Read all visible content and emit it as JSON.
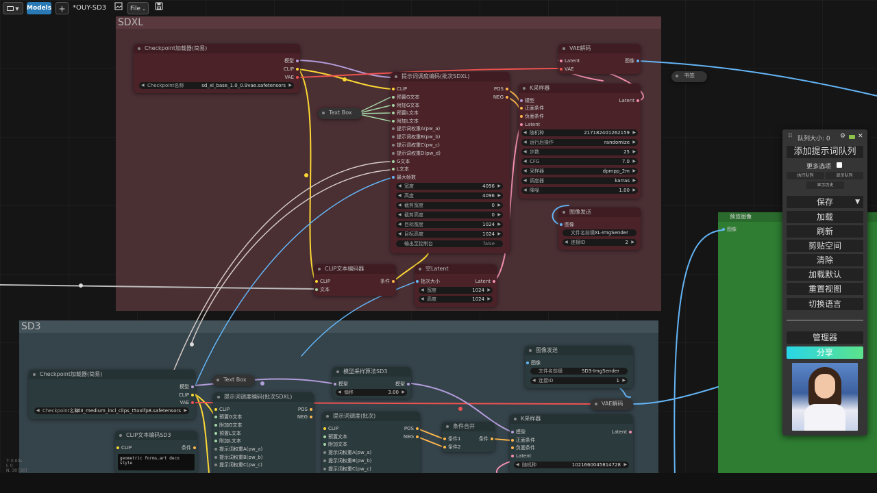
{
  "topbar": {
    "folder_icon": "folder-icon",
    "models": "Models",
    "add": "+",
    "tab_title": "*OUY-SD3",
    "image_icon": "image-icon",
    "file": "File",
    "save_icon": "save-icon"
  },
  "groups": {
    "sdxl": "SDXL",
    "sd3": "SD3"
  },
  "nodes": {
    "ckpt_sdxl": {
      "title": "Checkpoint加载器(简易)",
      "out_model": "模型",
      "out_clip": "CLIP",
      "out_vae": "VAE",
      "w_name": "Checkpoint名称",
      "w_value": "sd_xl_base_1.0_0.9vae.safetensors"
    },
    "vae_decode_sdxl": {
      "title": "VAE解码",
      "in_latent": "Latent",
      "in_vae": "VAE",
      "out_image": "图像"
    },
    "bookmark": {
      "title": "书签"
    },
    "prompt_sdxl": {
      "title": "提示词调度编码(批次SDXL)",
      "in_clip": "CLIP",
      "in_pre_g": "预置G文本",
      "in_app_g": "附加G文本",
      "in_pre_l": "预置L文本",
      "in_app_l": "附加L文本",
      "in_pw_a": "提示词权重A(pw_a)",
      "in_pw_b": "提示词权重B(pw_b)",
      "in_pw_c": "提示词权重C(pw_c)",
      "in_pw_d": "提示词权重D(pw_d)",
      "in_g": "G文本",
      "in_l": "L文本",
      "in_maxf": "最大帧数",
      "out_pos": "POS",
      "out_neg": "NEG",
      "w_width": "宽度",
      "v_width": "4096",
      "w_height": "高度",
      "v_height": "4096",
      "w_cw": "截剪宽度",
      "v_cw": "0",
      "w_ch": "截剪高度",
      "v_ch": "0",
      "w_tw": "目标宽度",
      "v_tw": "1024",
      "w_th": "目标高度",
      "v_th": "1024",
      "w_print": "输出至控制台",
      "v_print": "false"
    },
    "textbox_sdxl": {
      "title": "Text Box"
    },
    "ksampler_sdxl": {
      "title": "K采样器",
      "in_model": "模型",
      "in_pos": "正面条件",
      "in_neg": "负面条件",
      "in_latent": "Latent",
      "out_latent": "Latent",
      "w_seed": "随机种",
      "v_seed": "217182401262159",
      "w_ctrl": "运行后操作",
      "v_ctrl": "randomize",
      "w_steps": "步数",
      "v_steps": "25",
      "w_cfg": "CFG",
      "v_cfg": "7.0",
      "w_sampler": "采样器",
      "v_sampler": "dpmpp_2m",
      "w_sched": "调度器",
      "v_sched": "karras",
      "w_denoise": "降噪",
      "v_denoise": "1.00"
    },
    "imgsend_sdxl": {
      "title": "图像发送",
      "in_image": "图像",
      "w_prefix": "文件名前缀",
      "v_prefix": "XL-ImgSender",
      "w_link": "连接ID",
      "v_link": "2"
    },
    "clipenc_sdxl": {
      "title": "CLIP文本编码器",
      "in_clip": "CLIP",
      "in_text": "文本",
      "out_cond": "条件"
    },
    "empty_latent": {
      "title": "空Latent",
      "in_batch": "批次大小",
      "out_latent": "Latent",
      "w_width": "宽度",
      "v_width": "1024",
      "w_height": "高度",
      "v_height": "1024"
    },
    "preview": {
      "title": "预览图像",
      "in_image": "图像"
    },
    "ckpt_sd3": {
      "title": "Checkpoint加载器(简易)",
      "out_model": "模型",
      "out_clip": "CLIP",
      "out_vae": "VAE",
      "w_name": "Checkpoint名称",
      "w_value": "sd3_medium_incl_clips_t5xxlfp8.safetensors"
    },
    "textbox_sd3": {
      "title": "Text Box"
    },
    "prompt_sd3": {
      "title": "提示词调度编码(批次SDXL)",
      "in_clip": "CLIP",
      "in_pre_g": "预置G文本",
      "in_app_g": "附加G文本",
      "in_pre_l": "预置L文本",
      "in_app_l": "附加L文本",
      "in_pw_a": "提示词权重A(pw_a)",
      "in_pw_b": "提示词权重B(pw_b)",
      "in_pw_c": "提示词权重C(pw_c)",
      "out_pos": "POS",
      "out_neg": "NEG"
    },
    "sampling_sd3": {
      "title": "模型采样算法SD3",
      "in_model": "模型",
      "out_model": "模型",
      "w_shift": "偏移",
      "v_shift": "3.00"
    },
    "imgsend_sd3": {
      "title": "图像发送",
      "in_image": "图像",
      "w_prefix": "文件名前缀",
      "v_prefix": "SD3-ImgSender",
      "w_link": "连接ID",
      "v_link": "1"
    },
    "clipenc_sd3": {
      "title": "CLIP文本编码SD3",
      "in_clip": "CLIP",
      "out_cond": "条件",
      "text": "geometric forms,art deco style"
    },
    "prompt_batch": {
      "title": "提示词调度(批次)",
      "in_clip": "CLIP",
      "in_pre": "预置文本",
      "in_app": "附加文本",
      "in_pw_a": "提示词权重A(pw_a)",
      "in_pw_b": "提示词权重B(pw_b)",
      "in_pw_c": "提示词权重C(pw_c)",
      "out_pos": "POS",
      "out_neg": "NEG"
    },
    "cond_combine": {
      "title": "条件合并",
      "in_c1": "条件1",
      "in_c2": "条件2",
      "out_cond": "条件"
    },
    "vae_decode_sd3": {
      "title": "VAE解码"
    },
    "ksampler_sd3": {
      "title": "K采样器",
      "in_model": "模型",
      "in_pos": "正面条件",
      "in_neg": "负面条件",
      "in_latent": "Latent",
      "out_latent": "Latent",
      "w_seed": "随机种",
      "v_seed": "1021660045814728"
    }
  },
  "menu": {
    "queue_size": "队列大小: 0",
    "gear_icon": "gear-icon",
    "chart_icon": "chart-icon",
    "close": "✕",
    "queue_prompt": "添加提示词队列",
    "extra_options": "更多选项",
    "view_queue": "执行队列",
    "show_queue": "显示队列",
    "view_history": "显示历史",
    "save": "保存",
    "save_arrow": "▼",
    "load": "加载",
    "refresh": "刷新",
    "clipspace": "剪贴空间",
    "clear": "清除",
    "load_default": "加载默认",
    "reset_view": "重置视图",
    "switch_lang": "切换语言",
    "manager": "管理器",
    "share": "分享",
    "avatar_icon": "avatar-image"
  },
  "status": {
    "line1": "T: 0.00s",
    "line2": "I: 0",
    "line3": "N: 30 [30]"
  },
  "colors": {
    "sdxl_group": "#4a2f33",
    "sd3_group": "#35434a",
    "accent": "#3a7bd5",
    "share_from": "#29d6e8",
    "share_to": "#5ce28b",
    "preview_bg": "#2e7d32"
  }
}
